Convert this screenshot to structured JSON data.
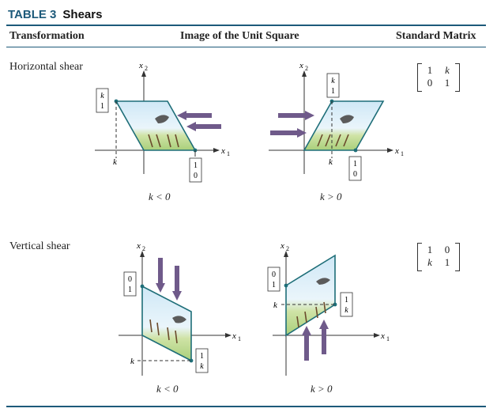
{
  "table": {
    "number": "TABLE 3",
    "name": "Shears"
  },
  "headers": {
    "transformation": "Transformation",
    "image": "Image of the Unit Square",
    "matrix": "Standard Matrix"
  },
  "rows": [
    {
      "label": "Horizontal shear",
      "cond_left": "k < 0",
      "cond_right": "k > 0",
      "matrix": [
        [
          "1",
          "k"
        ],
        [
          "0",
          "1"
        ]
      ]
    },
    {
      "label": "Vertical shear",
      "cond_left": "k < 0",
      "cond_right": "k > 0",
      "matrix": [
        [
          "1",
          "0"
        ],
        [
          "k",
          "1"
        ]
      ]
    }
  ],
  "labels": {
    "x1": "x",
    "x2": "x",
    "sub1": "1",
    "sub2": "2",
    "k": "k",
    "v_k": "k",
    "v_1": "1",
    "v_0": "0"
  },
  "colors": {
    "accent": "#1d5a7a",
    "parallelogram": "#1e6e78",
    "arrow": "#6f5a8a",
    "sky": "#dbeef8",
    "grass": "#b9d88a"
  }
}
